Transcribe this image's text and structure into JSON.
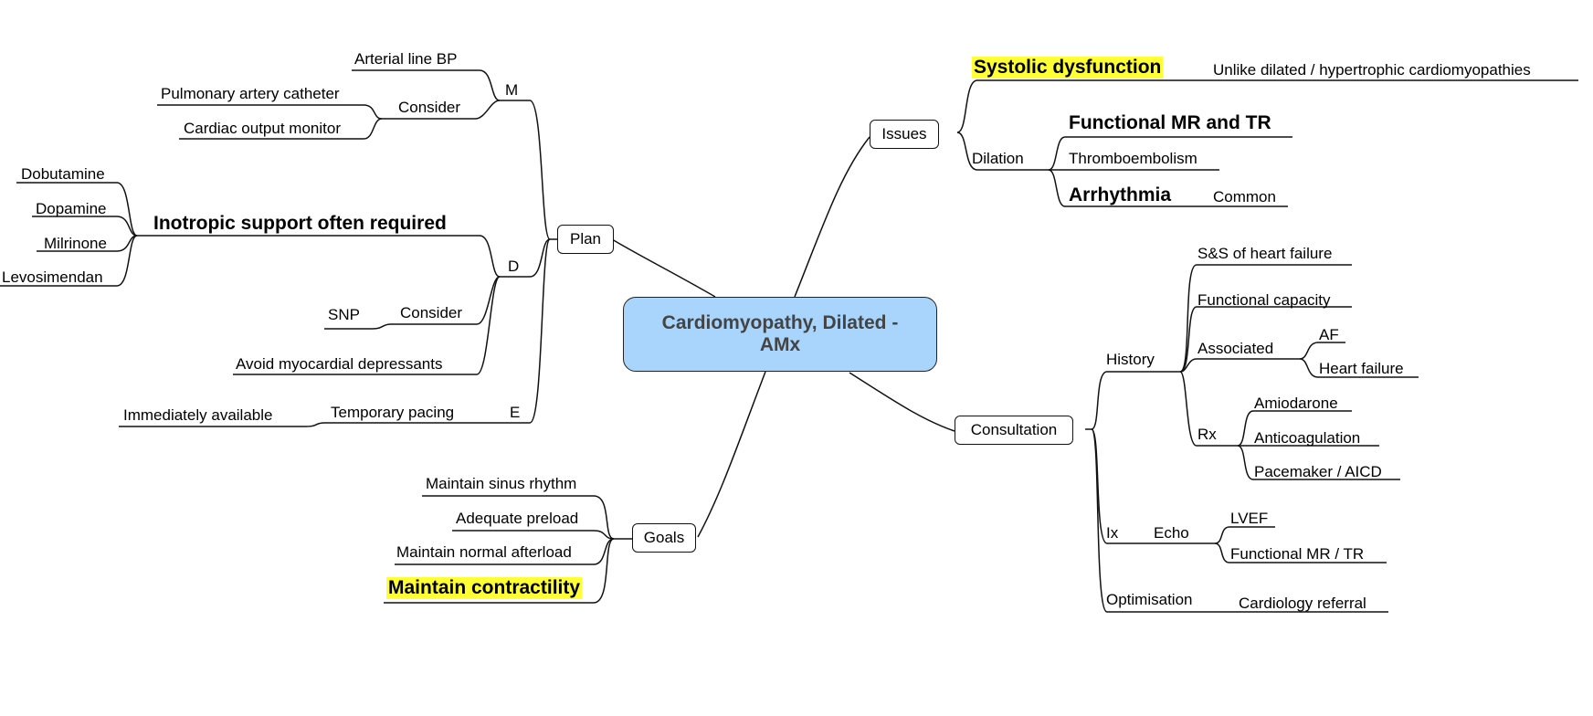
{
  "center": {
    "title": "Cardiomyopathy, Dilated - AMx"
  },
  "issues": {
    "label": "Issues",
    "systolic": "Systolic dysfunction",
    "systolic_note": "Unlike dilated / hypertrophic cardiomyopathies",
    "dilation": "Dilation",
    "functional_mr_tr": "Functional MR and TR",
    "thromboembolism": "Thromboembolism",
    "arrhythmia": "Arrhythmia",
    "arrhythmia_note": "Common"
  },
  "consultation": {
    "label": "Consultation",
    "history": {
      "label": "History",
      "ss": "S&S of heart failure",
      "functional_capacity": "Functional capacity",
      "associated": "Associated",
      "af": "AF",
      "heart_failure": "Heart failure",
      "rx": "Rx",
      "amiodarone": "Amiodarone",
      "anticoagulation": "Anticoagulation",
      "pacemaker": "Pacemaker / AICD"
    },
    "ix": {
      "label": "Ix",
      "echo": "Echo",
      "lvef": "LVEF",
      "functional_mr_tr": "Functional MR / TR"
    },
    "optimisation": {
      "label": "Optimisation",
      "referral": "Cardiology referral"
    }
  },
  "plan": {
    "label": "Plan",
    "m": {
      "label": "M",
      "arterial_line": "Arterial line BP",
      "consider": "Consider",
      "pa_catheter": "Pulmonary artery catheter",
      "co_monitor": "Cardiac output monitor"
    },
    "d": {
      "label": "D",
      "inotropic": "Inotropic support often required",
      "dobutamine": "Dobutamine",
      "dopamine": "Dopamine",
      "milrinone": "Milrinone",
      "levosimendan": "Levosimendan",
      "consider": "Consider",
      "snp": "SNP",
      "avoid": "Avoid myocardial depressants"
    },
    "e": {
      "label": "E",
      "temp_pacing": "Temporary pacing",
      "immediately": "Immediately available"
    }
  },
  "goals": {
    "label": "Goals",
    "sinus": "Maintain sinus rhythm",
    "preload": "Adequate preload",
    "afterload": "Maintain normal afterload",
    "contractility": "Maintain contractility"
  },
  "colors": {
    "center_fill": "#a9d4fb",
    "highlight": "#ffff33",
    "line": "#111111"
  }
}
